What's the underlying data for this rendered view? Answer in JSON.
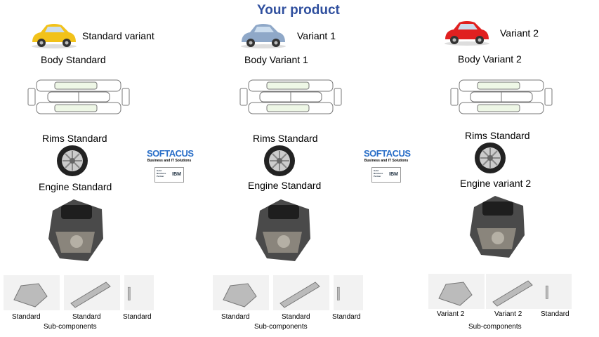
{
  "title": "Your product",
  "logo": {
    "name": "SOFTACUS",
    "tagline": "Business and IT Solutions",
    "partner": "IBM",
    "partner_text": "Gold Business Partner"
  },
  "columns": [
    {
      "variant": "Standard variant",
      "car_color": "#f2c21a",
      "body": "Body Standard",
      "rims": "Rims Standard",
      "engine": "Engine Standard",
      "subs": [
        "Standard",
        "Standard",
        "Standard"
      ],
      "sub_label": "Sub-components"
    },
    {
      "variant": "Variant 1",
      "car_color": "#8fa8c8",
      "body": "Body Variant 1",
      "rims": "Rims Standard",
      "engine": "Engine Standard",
      "subs": [
        "Standard",
        "Standard",
        "Standard"
      ],
      "sub_label": "Sub-components"
    },
    {
      "variant": "Variant 2",
      "car_color": "#e02020",
      "body": "Body Variant 2",
      "rims": "Rims Standard",
      "engine": "Engine variant 2",
      "subs": [
        "Variant 2",
        "Variant 2",
        "Standard"
      ],
      "sub_label": "Sub-components"
    }
  ]
}
